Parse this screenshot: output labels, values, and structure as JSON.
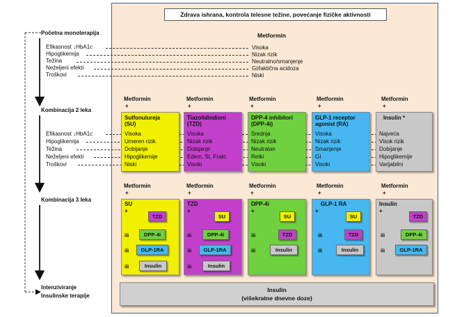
{
  "banner": "Zdrava ishrana, kontrola telesne težine, povećanje fizičke aktivnosti",
  "left_labels": {
    "mono": "Početna monoterapija",
    "combo2": "Kombinacija 2 leka",
    "combo3": "Kombinacija 3 leka",
    "intens1": "Intenziviranje",
    "intens2": "Insulinske terapije"
  },
  "criteria": [
    "Efikasnost ↓HbA1c",
    "Hipoglikemija",
    "Težina",
    "Neželjeni efekti",
    "Troškovi"
  ],
  "metformin": {
    "title": "Metformin",
    "values": [
      "Visoka",
      "Nizak rizik",
      "Neutralno/smanjenje",
      "GI/laktična acidoza",
      "Niski"
    ]
  },
  "metformin_plus": "Metformin",
  "plus_sign": "+",
  "combo2_columns": [
    {
      "title1": "Sulfonulureja",
      "title2": "(SU)",
      "values": [
        "Visoka",
        "Umeren rizik",
        "Dobijanje",
        "Hipoglikemije",
        "Niski"
      ],
      "color": "#f0f000"
    },
    {
      "title1": "Tiazolidindioni",
      "title2": "(TZD)",
      "values": [
        "Visoka",
        "Nizak rizik",
        "Dobijanje",
        "Edem, SI, Frakt",
        "Visoki"
      ],
      "color": "#c23fcb"
    },
    {
      "title1": "DPP-4 inhibitori",
      "title2": "(DPP-4i)",
      "values": [
        "Srednja",
        "Nizak rizik",
        "Neutralan",
        "Retki",
        "Visoki"
      ],
      "color": "#6fd13e"
    },
    {
      "title1": "GLP-1 receptor",
      "title2": "agonist (RA)",
      "values": [
        "Visoka",
        "Nizak rizik",
        "Smanjenje",
        "GI",
        "Visoki"
      ],
      "color": "#46b7f0"
    },
    {
      "title1": "Insulin *",
      "title2": "",
      "values": [
        "Najveća",
        "Visok rizik",
        "Dobijanje",
        "Hipoglikemije",
        "Varijabilni"
      ],
      "color": "#c8c8c8"
    }
  ],
  "combo3_columns": [
    {
      "base": "SU",
      "color": "#f0f000",
      "options": [
        {
          "label": "TZD",
          "color": "#c23fcb"
        },
        {
          "label": "DPP-4i",
          "color": "#6fd13e"
        },
        {
          "label": "GLP-1RA",
          "color": "#46b7f0"
        },
        {
          "label": "Insulin",
          "color": "#c8c8c8"
        }
      ]
    },
    {
      "base": "TZD",
      "color": "#c23fcb",
      "options": [
        {
          "label": "SU",
          "color": "#f0f000"
        },
        {
          "label": "DPP-4i",
          "color": "#6fd13e"
        },
        {
          "label": "GLP-1RA",
          "color": "#46b7f0"
        },
        {
          "label": "Insulin",
          "color": "#c8c8c8"
        }
      ]
    },
    {
      "base": "DPP-4i",
      "color": "#6fd13e",
      "options": [
        {
          "label": "SU",
          "color": "#f0f000"
        },
        {
          "label": "TZD",
          "color": "#c23fcb"
        },
        {
          "label": "Insulin",
          "color": "#c8c8c8"
        }
      ]
    },
    {
      "base": "GLP-1 RA",
      "color": "#46b7f0",
      "options": [
        {
          "label": "SU",
          "color": "#f0f000"
        },
        {
          "label": "TZD",
          "color": "#c23fcb"
        },
        {
          "label": "Insulin",
          "color": "#c8c8c8"
        }
      ]
    },
    {
      "base": "Insulin",
      "color": "#c8c8c8",
      "options": [
        {
          "label": "TZD",
          "color": "#c23fcb"
        },
        {
          "label": "DPP-4i",
          "color": "#6fd13e"
        },
        {
          "label": "GLP-1RA",
          "color": "#46b7f0"
        }
      ]
    }
  ],
  "ili": "ili",
  "bottom": {
    "line1": "Insulin",
    "line2": "(višekratne dnevne doze)",
    "color": "#d0d0d0"
  }
}
